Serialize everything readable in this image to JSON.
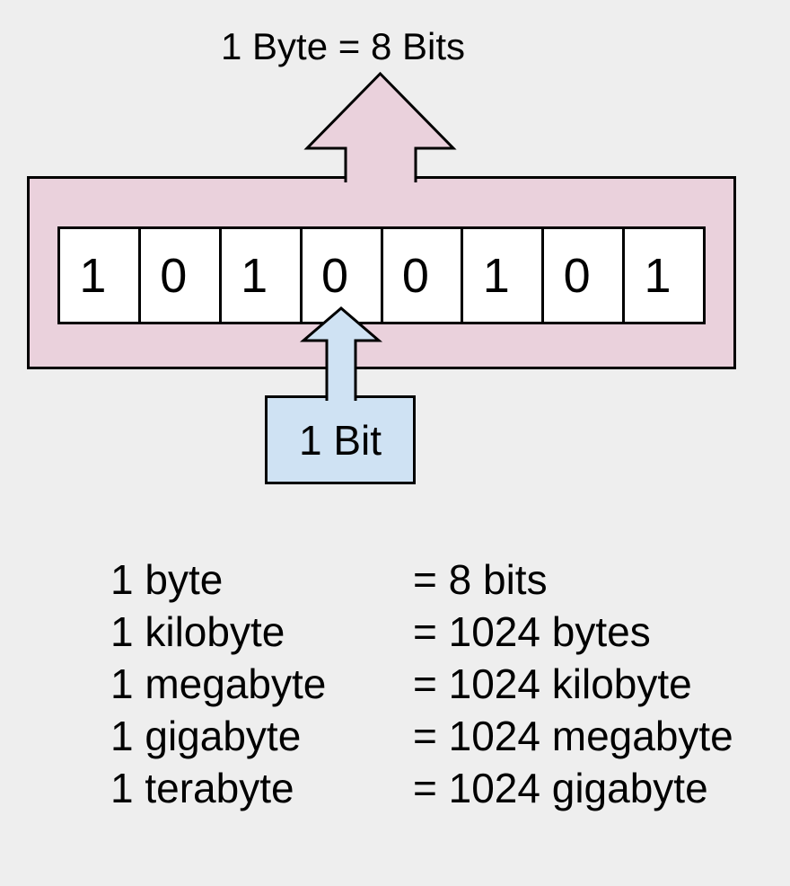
{
  "colors": {
    "background": "#eeeeee",
    "pink": "#ead1dc",
    "blue": "#cfe2f3",
    "stroke": "#000000",
    "cell_background": "#ffffff"
  },
  "byte_diagram": {
    "title": "1 Byte = 8 Bits",
    "bits": [
      "1",
      "0",
      "1",
      "0",
      "0",
      "1",
      "0",
      "1"
    ],
    "bit_label": "1 Bit"
  },
  "conversion_table": {
    "rows": [
      {
        "unit": "1 byte",
        "value": "= 8 bits"
      },
      {
        "unit": "1 kilobyte",
        "value": "= 1024 bytes"
      },
      {
        "unit": "1 megabyte",
        "value": "= 1024 kilobyte"
      },
      {
        "unit": "1 gigabyte",
        "value": "= 1024 megabyte"
      },
      {
        "unit": "1 terabyte",
        "value": "= 1024 gigabyte"
      }
    ]
  }
}
